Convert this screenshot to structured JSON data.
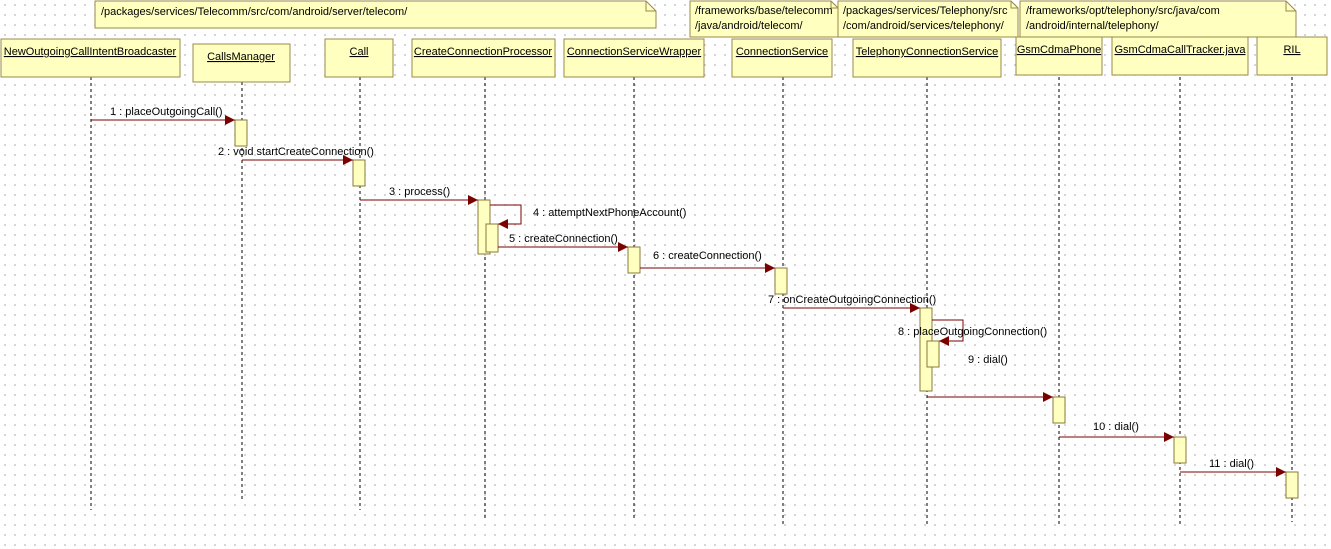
{
  "diagram": {
    "type": "uml-sequence",
    "colors": {
      "box_fill": "#ffffc0",
      "box_stroke": "#9a8a4a",
      "message": "#7b0000",
      "lifeline": "#000000"
    },
    "packages": [
      {
        "lines": [
          "/packages/services/Telecomm/src/com/android/server/telecom/"
        ]
      },
      {
        "lines": [
          "/frameworks/base/telecomm",
          "/java/android/telecom/"
        ]
      },
      {
        "lines": [
          "/packages/services/Telephony/src",
          "/com/android/services/telephony/"
        ]
      },
      {
        "lines": [
          "/frameworks/opt/telephony/src/java/com",
          "/android/internal/telephony/"
        ]
      }
    ],
    "participants": [
      {
        "id": "broadcaster",
        "name": "NewOutgoingCallIntentBroadcaster"
      },
      {
        "id": "callsmanager",
        "name": "CallsManager"
      },
      {
        "id": "call",
        "name": "Call"
      },
      {
        "id": "ccp",
        "name": "CreateConnectionProcessor"
      },
      {
        "id": "csw",
        "name": "ConnectionServiceWrapper"
      },
      {
        "id": "cs",
        "name": "ConnectionService"
      },
      {
        "id": "tcs",
        "name": "TelephonyConnectionService"
      },
      {
        "id": "gsm",
        "name": "GsmCdmaPhone"
      },
      {
        "id": "tracker",
        "name": "GsmCdmaCallTracker.java"
      },
      {
        "id": "ril",
        "name": "RIL"
      }
    ],
    "messages": [
      {
        "from": "broadcaster",
        "to": "callsmanager",
        "label": "1 : placeOutgoingCall()"
      },
      {
        "from": "callsmanager",
        "to": "call",
        "label": "2 : void startCreateConnection()"
      },
      {
        "from": "call",
        "to": "ccp",
        "label": "3 : process()"
      },
      {
        "from": "ccp",
        "to": "ccp",
        "label": "4 : attemptNextPhoneAccount()"
      },
      {
        "from": "ccp",
        "to": "csw",
        "label": "5 : createConnection()"
      },
      {
        "from": "csw",
        "to": "cs",
        "label": "6 : createConnection()"
      },
      {
        "from": "cs",
        "to": "tcs",
        "label": "7 : onCreateOutgoingConnection()"
      },
      {
        "from": "tcs",
        "to": "tcs",
        "label": "8 : placeOutgoingConnection()"
      },
      {
        "from": "tcs",
        "to": "gsm",
        "label": "9 : dial()"
      },
      {
        "from": "gsm",
        "to": "tracker",
        "label": "10 : dial()"
      },
      {
        "from": "tracker",
        "to": "ril",
        "label": "11 : dial()"
      }
    ]
  }
}
